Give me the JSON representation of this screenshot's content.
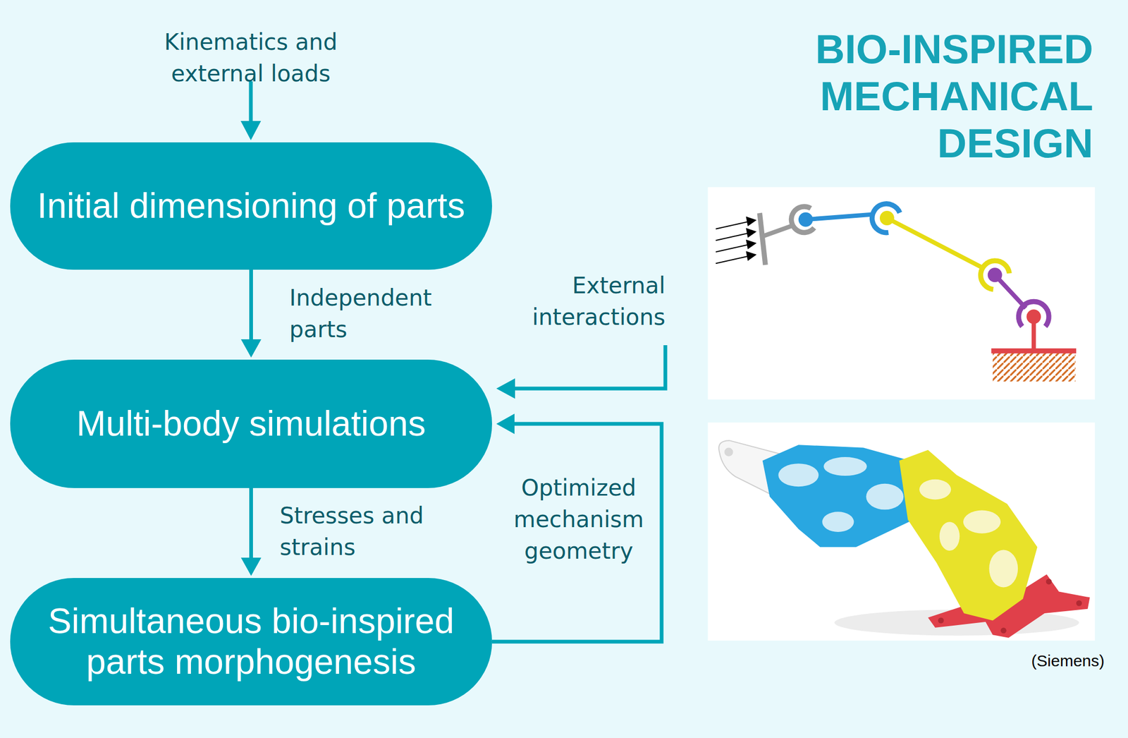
{
  "diagram": {
    "title": "BIO-INSPIRED MECHANICAL DESIGN",
    "nodes": [
      {
        "text": [
          "Initial dimensioning of parts"
        ]
      },
      {
        "text": [
          "Multi-body simulations"
        ]
      },
      {
        "text": [
          "Simultaneous bio-inspired parts morphogenesis"
        ]
      }
    ],
    "edges": [
      {
        "from": 0,
        "to": 1,
        "label": "Independent parts",
        "arrow": "to"
      },
      {
        "from": 1,
        "to": 2,
        "label": "Stresses and strains",
        "arrow": "to"
      },
      {
        "from": 2,
        "to": 1,
        "label": "Optimized mechanism geometry",
        "arrow": "to"
      }
    ],
    "labels": [
      "Kinematics and external loads",
      "External interactions",
      "(Siemens)"
    ]
  }
}
